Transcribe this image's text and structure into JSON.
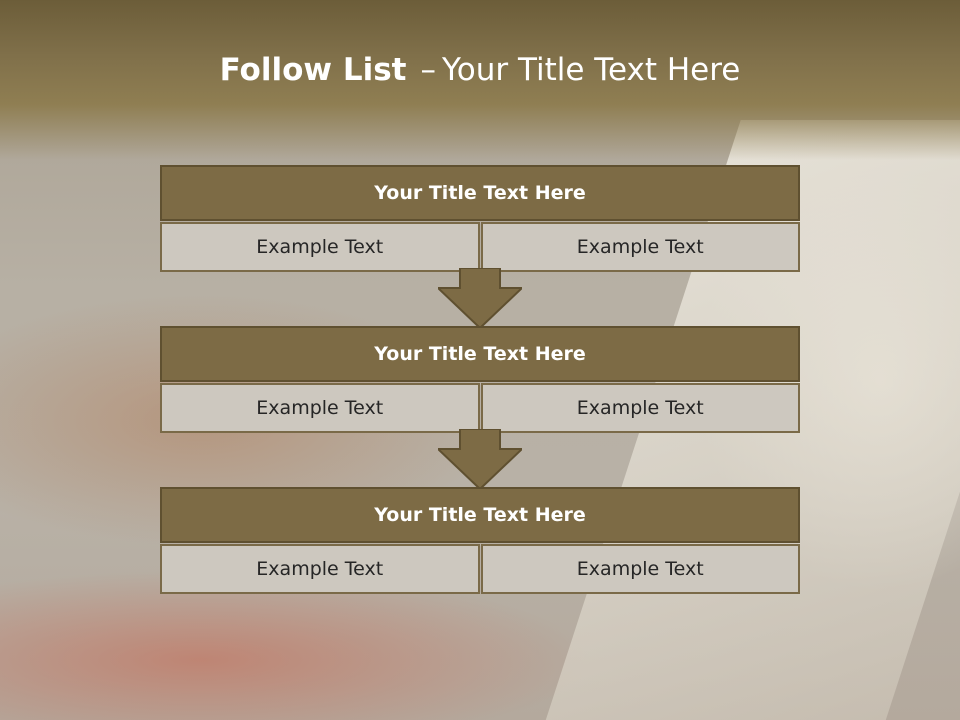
{
  "slide": {
    "title_bold": "Follow List",
    "title_dash": "–",
    "title_rest": "Your Title Text Here",
    "steps": [
      {
        "title": "Your Title Text Here",
        "left": "Example Text",
        "right": "Example Text"
      },
      {
        "title": "Your Title Text Here",
        "left": "Example Text",
        "right": "Example Text"
      },
      {
        "title": "Your Title Text Here",
        "left": "Example Text",
        "right": "Example Text"
      }
    ]
  },
  "colors": {
    "header_fill": "#7d6b45",
    "cell_fill": "#cdc8bf",
    "arrow_fill": "#7d6b45"
  },
  "icons": [
    "down-arrow-icon"
  ]
}
